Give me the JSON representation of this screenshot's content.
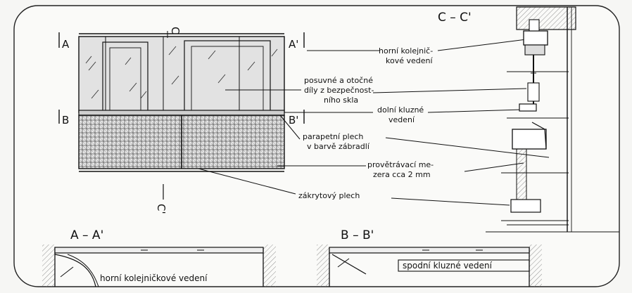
{
  "section_marks": {
    "a_left": "A",
    "a_right": "A'",
    "b_left": "B",
    "b_right": "B'",
    "c_top": "C",
    "c_bottom": "C'"
  },
  "section_titles": {
    "c": "C – C'",
    "a": "A – A'",
    "b": "B – B'"
  },
  "labels": {
    "horni_kolej_1": "horní kolejnič-",
    "horni_kolej_2": "kové vedení",
    "posuvne_1": "posuvné a otočné",
    "posuvne_2": "díly z bezpečnost-",
    "posuvne_3": "ního skla",
    "dolni_1": "dolní kluzné",
    "dolni_2": "vedení",
    "parapet_1": "parapetní plech",
    "parapet_2": "v barvě zábradlí",
    "provetr_1": "provětrávací me-",
    "provetr_2": "zera cca 2 mm",
    "zakryt": "zákrytový plech",
    "aa_note": "horní kolejničkové vedení",
    "bb_note": "spodní kluzné vedení"
  }
}
